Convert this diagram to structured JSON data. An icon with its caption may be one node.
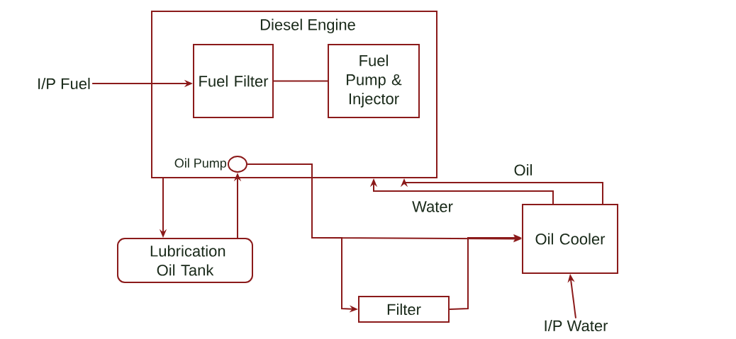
{
  "diagram": {
    "nodes": [
      {
        "text": [
          "Diesel Engine"
        ]
      },
      {
        "text": [
          "Fuel Filter"
        ],
        "in": 0
      },
      {
        "text": [
          "Fuel Pump & Injector"
        ],
        "in": 0
      },
      {
        "text": [],
        "shape": "circle",
        "beside": [
          "Oil Pump"
        ],
        "in": 0
      },
      {
        "text": [
          "I/P Fuel"
        ]
      },
      {
        "text": [
          "Lubrication Oil Tank"
        ]
      },
      {
        "text": [
          "Filter"
        ]
      },
      {
        "text": [
          "Oil Cooler"
        ]
      },
      {
        "text": [
          "I/P Water"
        ]
      }
    ],
    "edges": [
      {
        "from": 4,
        "to": 1,
        "arrow": "to"
      },
      {
        "from": 1,
        "to": 2,
        "arrow": "none"
      },
      {
        "from": 0,
        "to": 5,
        "arrow": "to"
      },
      {
        "from": 5,
        "to": 3,
        "arrow": "to"
      },
      {
        "from": 3,
        "to": 7,
        "arrow": "to"
      },
      {
        "from": 3,
        "to": 6,
        "arrow": "to"
      },
      {
        "from": 6,
        "to": 7,
        "arrow": "to"
      },
      {
        "from": 7,
        "to": 0,
        "label": "Oil",
        "arrow": "to"
      },
      {
        "from": 7,
        "to": 0,
        "label": "Water",
        "arrow": "to"
      },
      {
        "from": 8,
        "to": 7,
        "arrow": "to"
      }
    ]
  }
}
